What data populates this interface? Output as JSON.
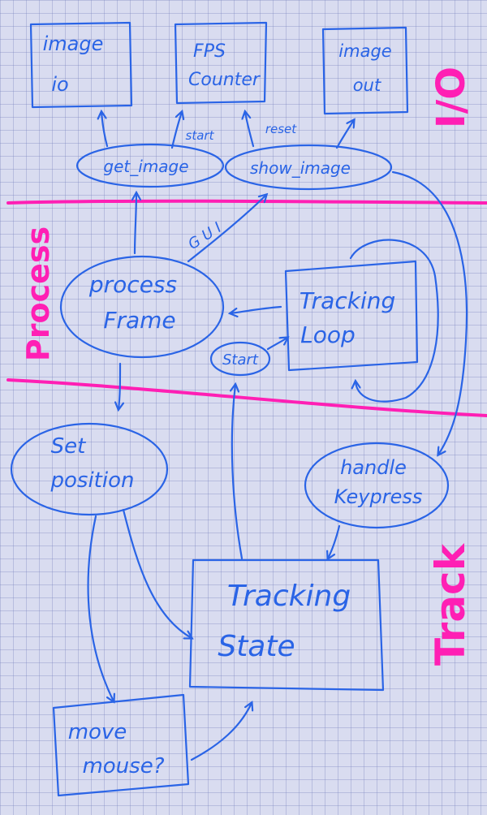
{
  "nodes": {
    "image_io": {
      "line1": "image",
      "line2": "io"
    },
    "fps_counter": {
      "line1": "FPS",
      "line2": "Counter"
    },
    "image_out": {
      "line1": "image",
      "line2": "out"
    },
    "get_image": "get_image",
    "show_image": "show_image",
    "process_frame": {
      "line1": "process",
      "line2": "Frame"
    },
    "tracking_loop": {
      "line1": "Tracking",
      "line2": "Loop"
    },
    "start": "Start",
    "set_position": {
      "line1": "Set",
      "line2": "position"
    },
    "handle_keypress": {
      "line1": "handle",
      "line2": "Keypress"
    },
    "tracking_state": {
      "line1": "Tracking",
      "line2": "State"
    },
    "move_mouse": {
      "line1": "move",
      "line2": "mouse?"
    }
  },
  "edge_labels": {
    "start": "start",
    "reset": "reset",
    "gui": "GUI"
  },
  "sections": {
    "io": "I/O",
    "process": "Process",
    "track": "Track"
  },
  "colors": {
    "ink": "#2a64e6",
    "divider": "#ff1fb4",
    "paper": "#d9dcf0"
  }
}
